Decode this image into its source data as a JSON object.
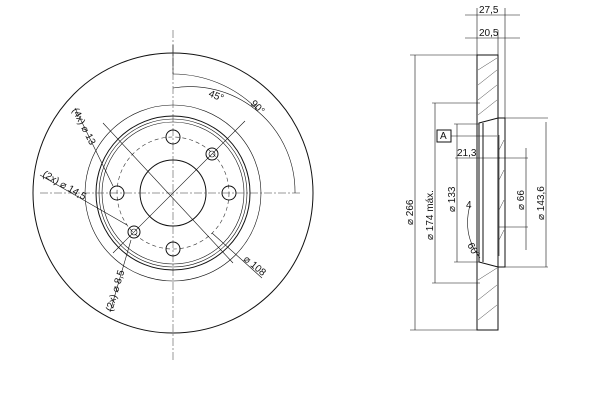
{
  "front_view": {
    "angle_45": "45°",
    "angle_90": "90°",
    "holes_4x": "(4x) ⌀ 13",
    "holes_2x_145": "(2x) ⌀ 14,5",
    "holes_2x_85": "(2x) ⌀ 8,5",
    "pcd": "⌀ 108"
  },
  "section_view": {
    "width_total": "27,5",
    "width_disc": "20,5",
    "dia_outer": "⌀ 266",
    "dia_friction": "⌀ 174 máx.",
    "dia_133": "⌀ 133",
    "dia_hub": "⌀ 66",
    "dia_1436": "⌀ 143,6",
    "offset": "21,3",
    "datum": "A",
    "chamfer_note": "4",
    "chamfer_angle": "60°"
  }
}
